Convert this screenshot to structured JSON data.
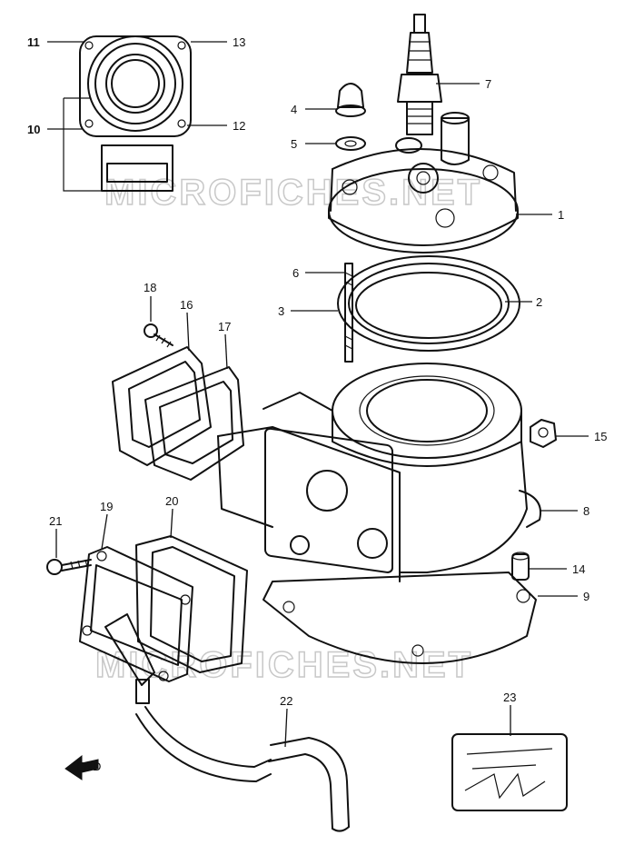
{
  "watermark": "MICROFICHES.NET",
  "callouts": [
    {
      "id": "c1",
      "label": "1"
    },
    {
      "id": "c2",
      "label": "2"
    },
    {
      "id": "c3",
      "label": "3"
    },
    {
      "id": "c4",
      "label": "4"
    },
    {
      "id": "c5",
      "label": "5"
    },
    {
      "id": "c6",
      "label": "6"
    },
    {
      "id": "c7",
      "label": "7"
    },
    {
      "id": "c8",
      "label": "8"
    },
    {
      "id": "c9",
      "label": "9"
    },
    {
      "id": "c10",
      "label": "10"
    },
    {
      "id": "c11",
      "label": "11"
    },
    {
      "id": "c12",
      "label": "12"
    },
    {
      "id": "c13",
      "label": "13"
    },
    {
      "id": "c14",
      "label": "14"
    },
    {
      "id": "c15",
      "label": "15"
    },
    {
      "id": "c16",
      "label": "16"
    },
    {
      "id": "c17",
      "label": "17"
    },
    {
      "id": "c18",
      "label": "18"
    },
    {
      "id": "c19",
      "label": "19"
    },
    {
      "id": "c20",
      "label": "20"
    },
    {
      "id": "c21",
      "label": "21"
    },
    {
      "id": "c22",
      "label": "22"
    },
    {
      "id": "c23",
      "label": "23"
    }
  ],
  "arrow_label": "END",
  "colors": {
    "ink": "#111111",
    "watermark": "#c8c8c8",
    "background": "#ffffff"
  }
}
